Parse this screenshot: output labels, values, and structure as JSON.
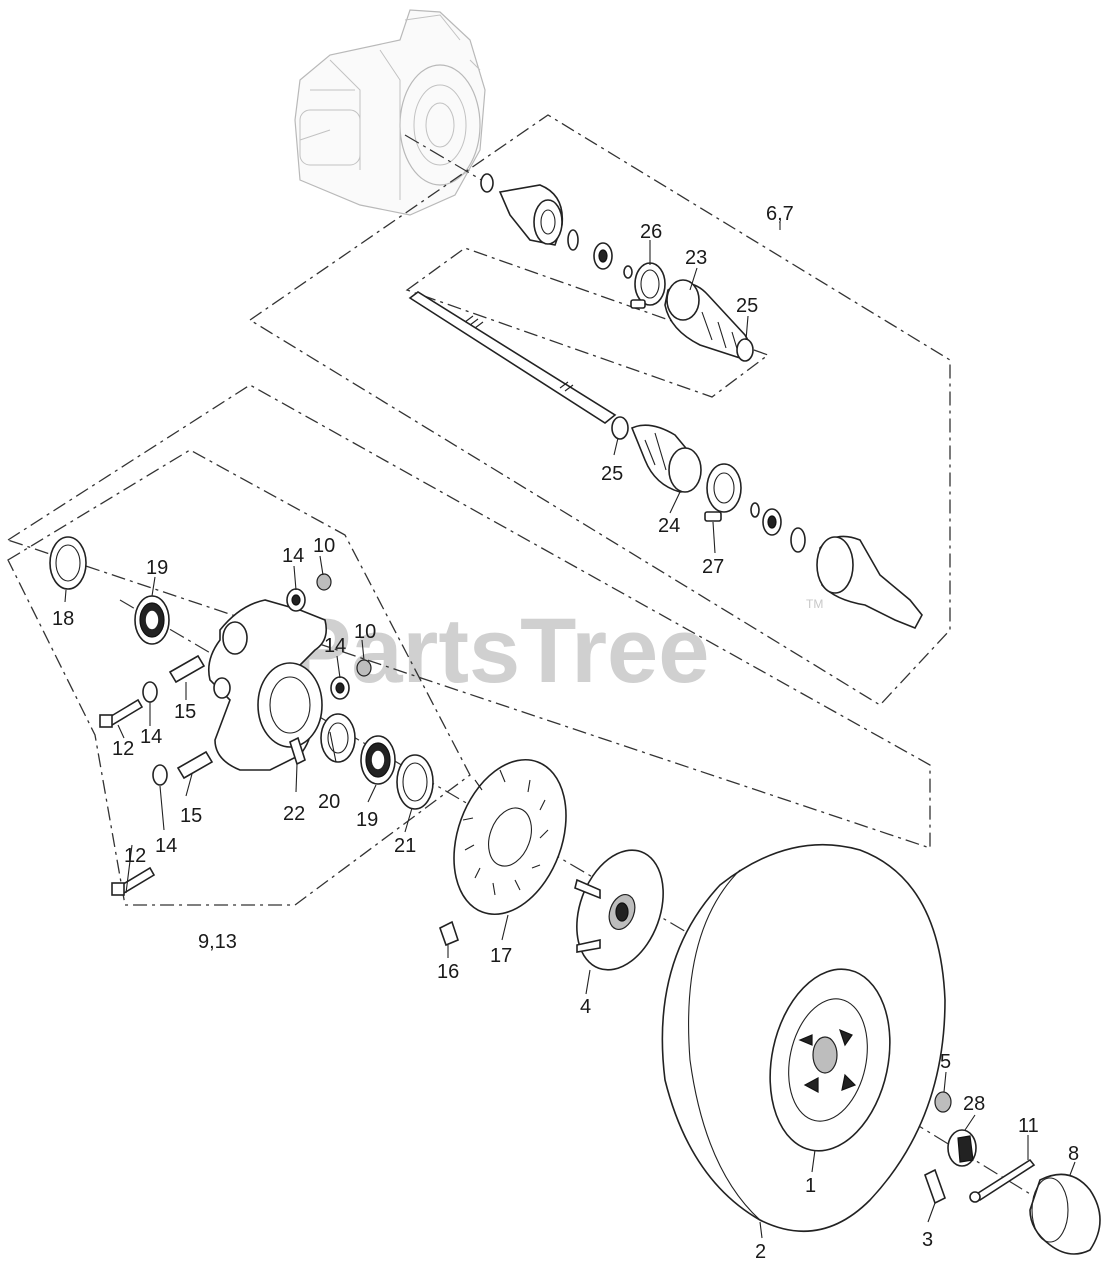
{
  "watermark": "PartsTree",
  "trademark": "TM",
  "colors": {
    "line": "#222222",
    "watermark": "#d0d0d0",
    "ghost": "#b9b9b9"
  },
  "labels": {
    "p1": "1",
    "p2": "2",
    "p3": "3",
    "p4": "4",
    "p5": "5",
    "p67": "6,7",
    "p8": "8",
    "p913": "9,13",
    "p10a": "10",
    "p10b": "10",
    "p11": "11",
    "p12a": "12",
    "p12b": "12",
    "p14a": "14",
    "p14b": "14",
    "p14c": "14",
    "p14d": "14",
    "p15a": "15",
    "p15b": "15",
    "p16": "16",
    "p17": "17",
    "p18": "18",
    "p19a": "19",
    "p19b": "19",
    "p20": "20",
    "p21": "21",
    "p22": "22",
    "p23": "23",
    "p24": "24",
    "p25a": "25",
    "p25b": "25",
    "p26": "26",
    "p27": "27",
    "p28": "28"
  }
}
